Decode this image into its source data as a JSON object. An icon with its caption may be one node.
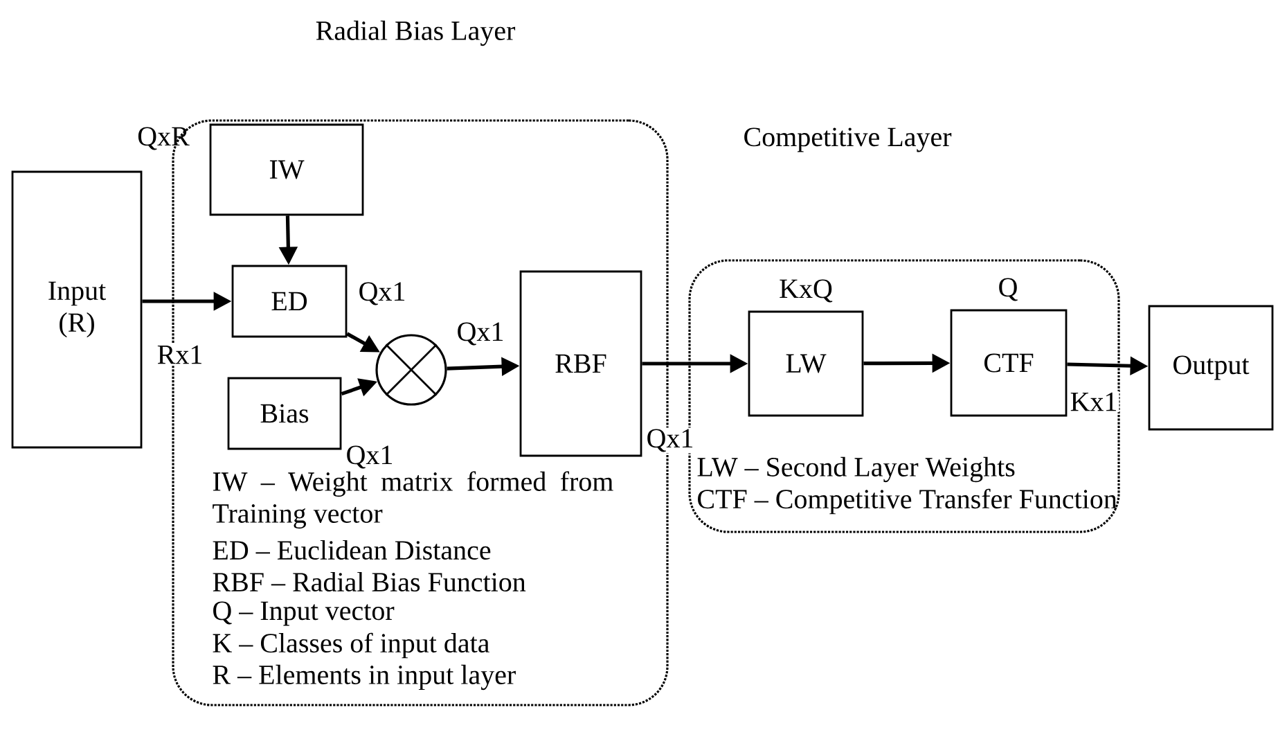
{
  "diagram": {
    "nodes": [
      {
        "text": [
          "Radial Bias Layer"
        ]
      },
      {
        "text": [
          "Input (R)"
        ]
      },
      {
        "text": [
          "IW"
        ],
        "in": 0,
        "beside": [
          "QxR"
        ]
      },
      {
        "text": [
          "ED"
        ],
        "in": 0
      },
      {
        "text": [],
        "shape": "circle",
        "in": 0
      },
      {
        "text": [
          "Bias"
        ],
        "in": 0
      },
      {
        "text": [
          "RBF"
        ],
        "in": 0
      },
      {
        "text": [
          "Competitive Layer"
        ]
      },
      {
        "text": [
          "LW"
        ],
        "in": 7,
        "beside": [
          "KxQ"
        ]
      },
      {
        "text": [
          "CTF"
        ],
        "in": 7,
        "beside": [
          "Q"
        ]
      },
      {
        "text": [
          "Output"
        ]
      }
    ],
    "edges": [
      {
        "from": 1,
        "to": 3,
        "arrow": "to",
        "label": "Rx1"
      },
      {
        "from": 2,
        "to": 3,
        "arrow": "to"
      },
      {
        "from": 3,
        "to": 4,
        "arrow": "to",
        "label": "Qx1"
      },
      {
        "from": 5,
        "to": 4,
        "arrow": "to",
        "label": "Qx1"
      },
      {
        "from": 4,
        "to": 6,
        "arrow": "to",
        "label": "Qx1"
      },
      {
        "from": 6,
        "to": 8,
        "arrow": "to",
        "label": "Qx1"
      },
      {
        "from": 8,
        "to": 9,
        "arrow": "to"
      },
      {
        "from": 9,
        "to": 10,
        "arrow": "to",
        "label": "Kx1"
      }
    ],
    "labels": [
      "IW – Weight matrix formed from Training vector",
      "ED – Euclidean Distance",
      "RBF – Radial Bias Function",
      "Q – Input vector",
      "K – Classes of input data",
      "R – Elements in input layer",
      "LW – Second Layer Weights",
      "CTF – Competitive Transfer Function"
    ]
  }
}
